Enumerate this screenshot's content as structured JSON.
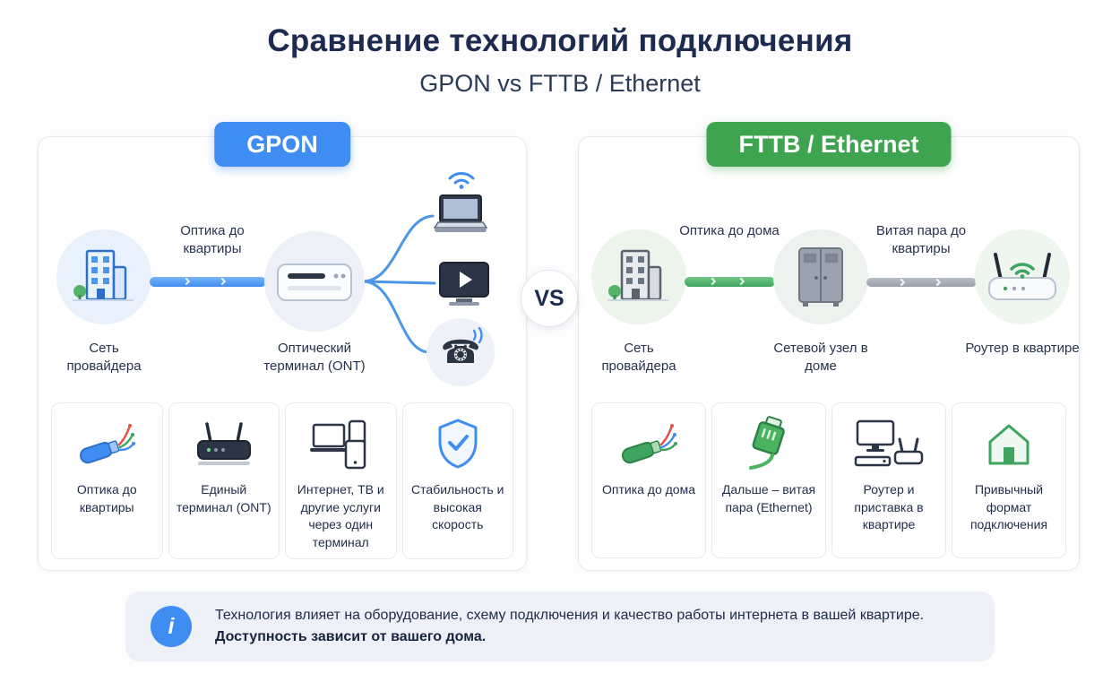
{
  "colors": {
    "accent_blue": "#3f8df2",
    "accent_green": "#3ea44f",
    "title_navy": "#1d2b50",
    "cable_gray": "#a0a8b2",
    "info_bar_bg": "#edf0f7"
  },
  "header": {
    "title": "Сравнение технологий подключения",
    "subtitle": "GPON vs FTTB / Ethernet"
  },
  "vs_label": "VS",
  "gpon": {
    "badge": "GPON",
    "diagram": {
      "provider_label": "Сеть провайдера",
      "cable_label": "Оптика до квартиры",
      "ont_label": "Оптический терминал (ONT)",
      "device_icons": [
        "laptop-icon",
        "tv-icon",
        "phone-icon"
      ]
    },
    "features": [
      {
        "icon": "fiber-cable-blue-icon",
        "label": "Оптика до квартиры"
      },
      {
        "icon": "ont-terminal-icon",
        "label": "Единый терминал (ONT)"
      },
      {
        "icon": "multi-devices-icon",
        "label": "Интернет, ТВ и другие услуги через один терминал"
      },
      {
        "icon": "shield-check-icon",
        "label": "Стабильность и высокая скорость"
      }
    ]
  },
  "fttb": {
    "badge": "FTTB / Ethernet",
    "diagram": {
      "provider_label": "Сеть провайдера",
      "cable1_label": "Оптика до дома",
      "node_label": "Сетевой узел в доме",
      "cable2_label": "Витая пара до квартиры",
      "router_label": "Роутер в квартире"
    },
    "features": [
      {
        "icon": "fiber-cable-green-icon",
        "label": "Оптика до дома"
      },
      {
        "icon": "ethernet-plug-icon",
        "label": "Дальше – витая пара (Ethernet)"
      },
      {
        "icon": "router-settop-icon",
        "label": "Роутер и приставка в квартире"
      },
      {
        "icon": "house-icon",
        "label": "Привычный формат подключения"
      }
    ]
  },
  "info": {
    "line1": "Технология влияет на оборудование, схему подключения и качество работы интернета в вашей квартире.",
    "line2": "Доступность зависит от вашего дома."
  }
}
